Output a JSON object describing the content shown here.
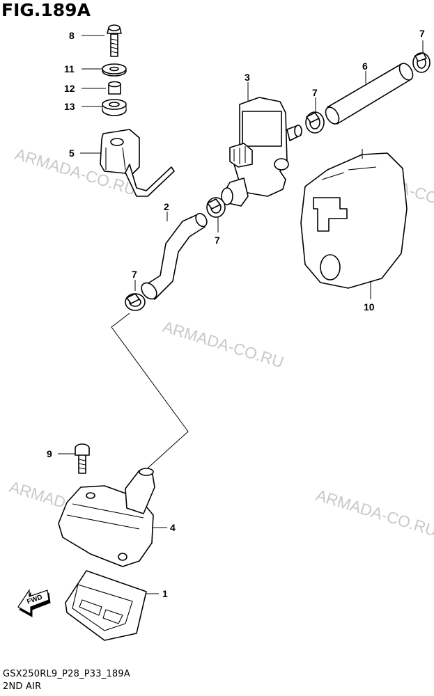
{
  "figure": {
    "title": "FIG.189A",
    "code": "GSX250RL9_P28_P33_189A",
    "subtitle": "2ND AIR"
  },
  "watermark": "ARMADA-CO.RU",
  "direction_label": "FWD",
  "callouts": [
    "8",
    "11",
    "12",
    "13",
    "5",
    "3",
    "7",
    "6",
    "7",
    "2",
    "7",
    "10",
    "7",
    "9",
    "4",
    "1"
  ]
}
